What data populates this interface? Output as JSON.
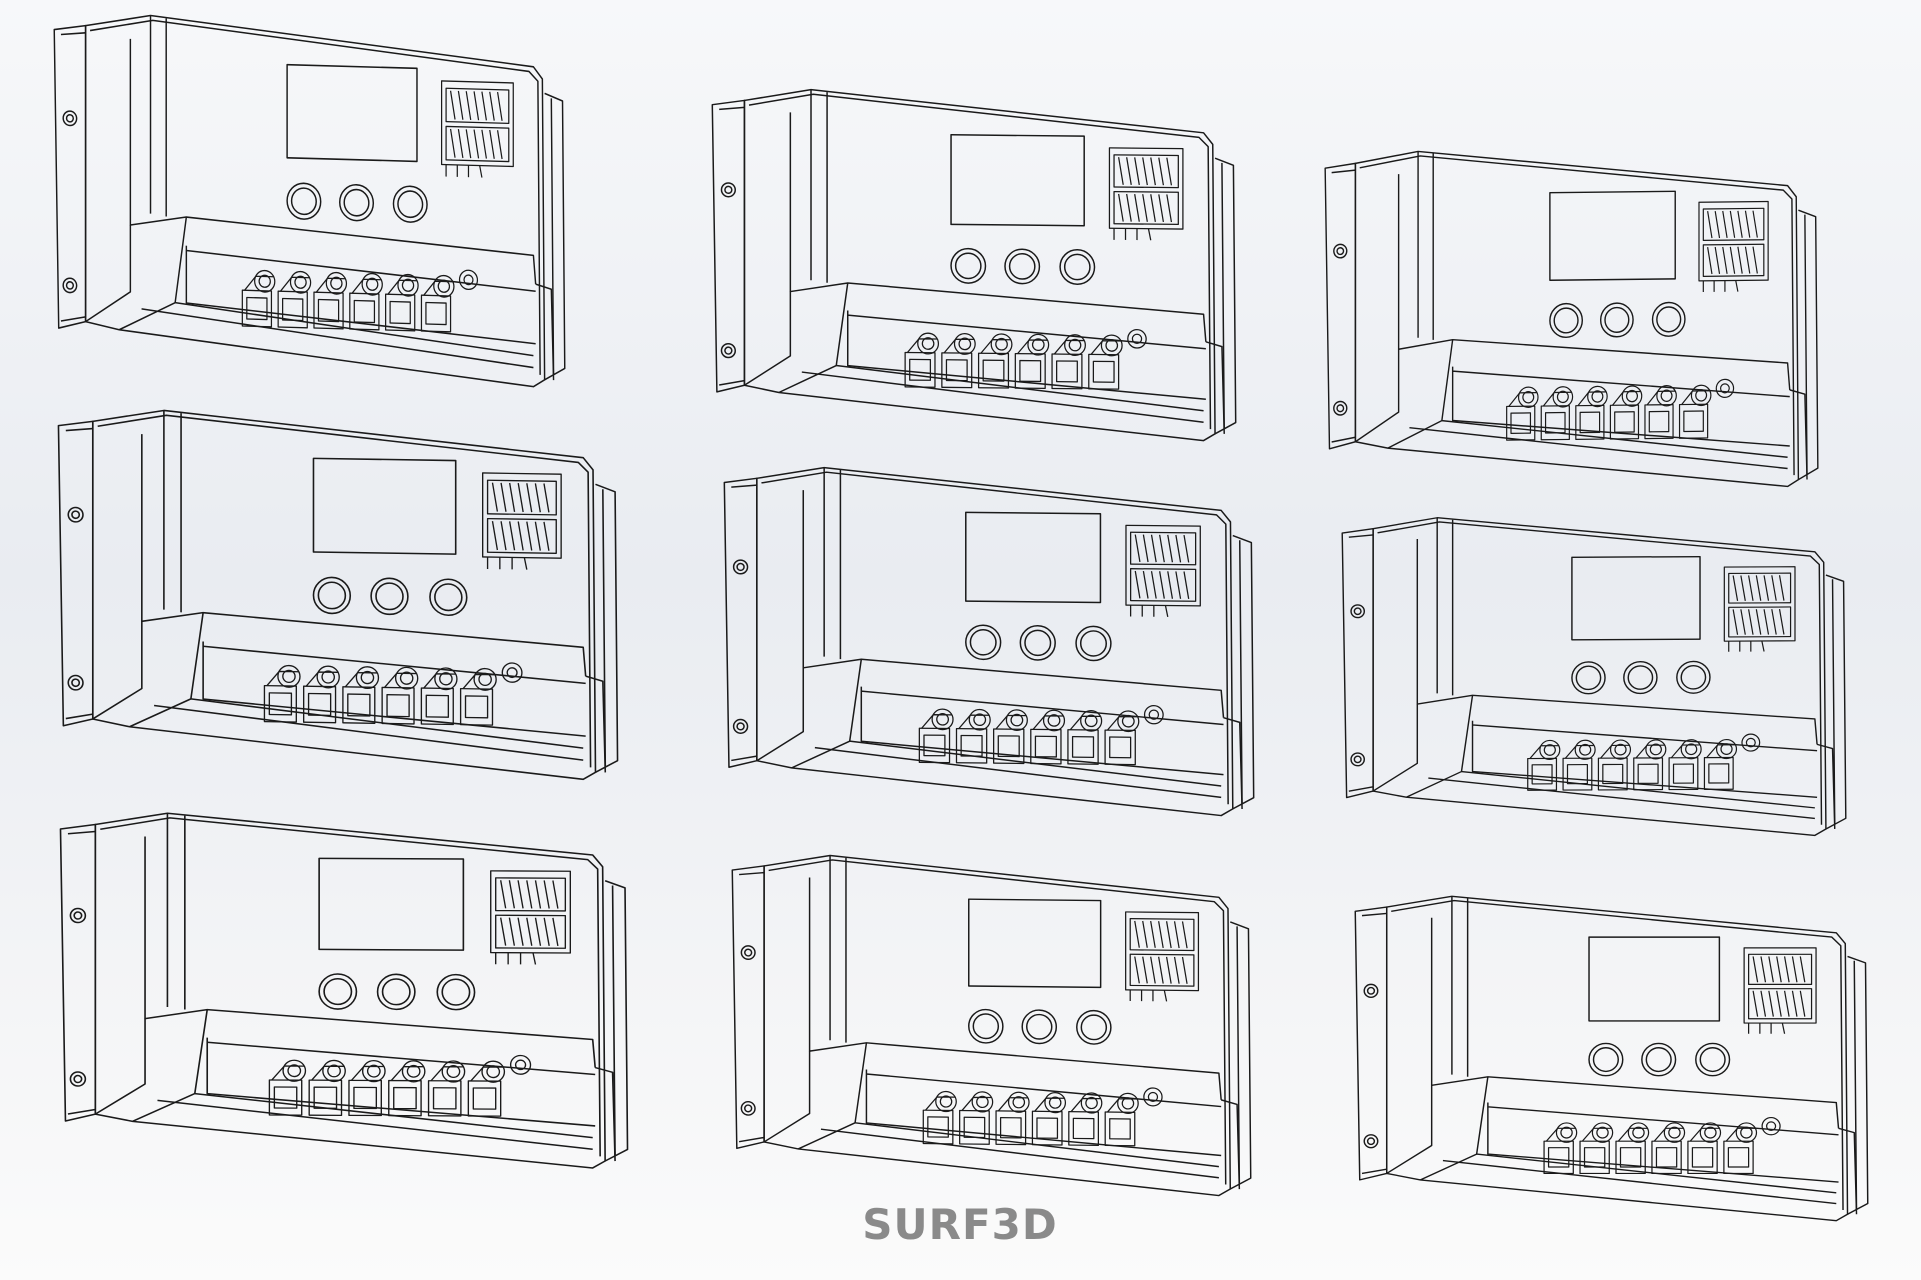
{
  "watermark": {
    "text": "SURF3D"
  },
  "scene": {
    "subject": "solar-charge-controller-wireframe",
    "count": 9,
    "line_color": "#1a1a1a"
  }
}
